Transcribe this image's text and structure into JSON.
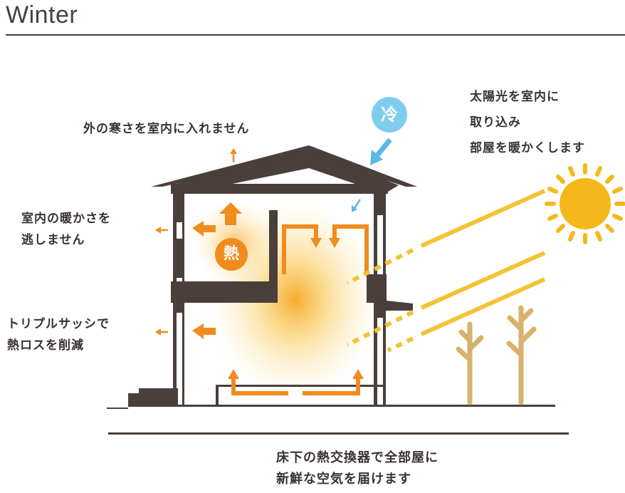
{
  "title": "Winter",
  "labels": {
    "outside_cold": "外の寒さを室内に入れません",
    "keep_warmth": [
      "室内の暖かさを",
      "逃しません"
    ],
    "triple_sash": [
      "トリプルサッシで",
      "熱ロスを削減"
    ],
    "sunlight": [
      "太陽光を室内に",
      "取り込み",
      "部屋を暖かくします"
    ],
    "heat_exchanger": [
      "床下の熱交換器で全部屋に",
      "新鮮な空気を届けます"
    ]
  },
  "badges": {
    "cold": "冷",
    "heat": "熱"
  },
  "colors": {
    "house": "#4a3f3a",
    "arrow_orange": "#f08c1e",
    "cold_blue": "#5ab8e6",
    "sun": "#f5b81a",
    "ray": "#f2c335",
    "tree": "#d8b26a",
    "warm_glow": "#f7b733"
  }
}
